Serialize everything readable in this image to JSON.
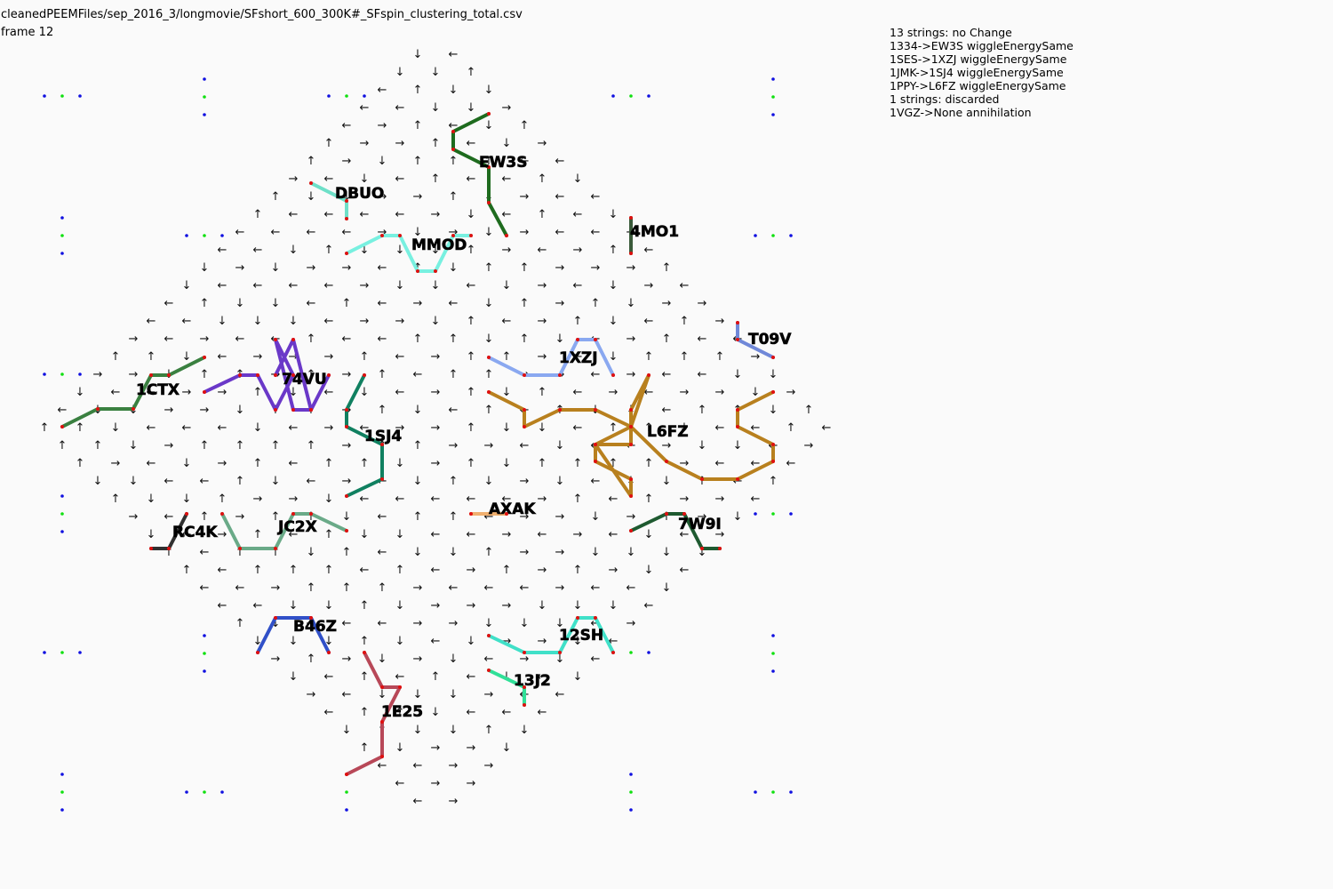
{
  "header": {
    "file_path": "cleanedPEEMFiles/sep_2016_3/longmovie/SFshort_600_300K#_SFspin_clustering_total.csv",
    "frame": "frame 12"
  },
  "log": [
    "13 strings: no Change",
    "1334->EW3S wiggleEnergySame",
    "1SES->1XZJ wiggleEnergySame",
    "1JMK->1SJ4 wiggleEnergySame",
    "1PPY->L6FZ wiggleEnergySame",
    "1 strings: discarded",
    "1VGZ->None annihilation"
  ],
  "arrow_glyphs": {
    "r": "→",
    "l": "←",
    "u": "↑",
    "d": "↓"
  },
  "vertex_colors": {
    "red": "#e01010",
    "green": "#10e010",
    "blue": "#1010e0"
  },
  "strings": [
    {
      "label": "EW3S",
      "color": "#1e6b1e"
    },
    {
      "label": "DBUO",
      "color": "#6ee0c8"
    },
    {
      "label": "MMOD",
      "color": "#78f0e0"
    },
    {
      "label": "4MO1",
      "color": "#3a5a3a"
    },
    {
      "label": "T09V",
      "color": "#7088d8"
    },
    {
      "label": "1XZJ",
      "color": "#8aa8f0"
    },
    {
      "label": "1CTX",
      "color": "#3a8040"
    },
    {
      "label": "74VU",
      "color": "#6a38c8"
    },
    {
      "label": "1SJ4",
      "color": "#108060"
    },
    {
      "label": "L6FZ",
      "color": "#b8801e"
    },
    {
      "label": "AXAK",
      "color": "#f0b070"
    },
    {
      "label": "RC4K",
      "color": "#303030"
    },
    {
      "label": "JC2X",
      "color": "#6aaa88"
    },
    {
      "label": "7W9I",
      "color": "#1e5a30"
    },
    {
      "label": "B46Z",
      "color": "#3050c8"
    },
    {
      "label": "12SH",
      "color": "#40e0c8"
    },
    {
      "label": "13J2",
      "color": "#30e098"
    },
    {
      "label": "1E25",
      "color": "#b84858"
    }
  ]
}
